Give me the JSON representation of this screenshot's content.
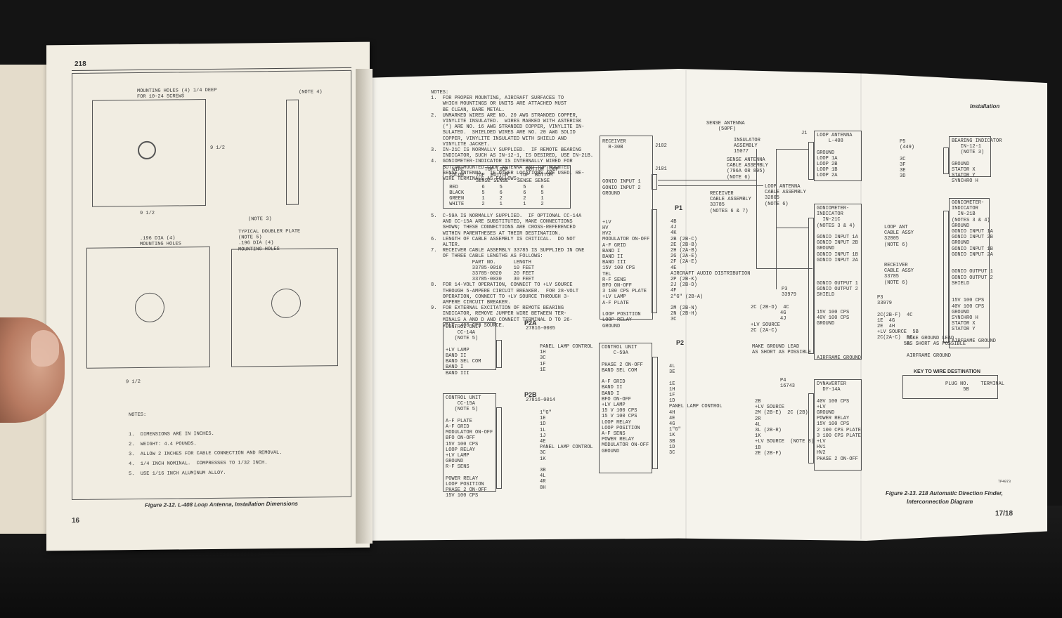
{
  "left": {
    "header": "218",
    "mount_holes": "MOUNTING HOLES (4) 1/4 DEEP\nFOR 10-24 SCREWS",
    "dim_width": "9 1/2",
    "dim_height": "9 1/2",
    "note4": "(NOTE 4)",
    "note3": "(NOTE 3)",
    "holes196": ".196 DIA (4)\nMOUNTING HOLES",
    "dim_bottom": "9 1/2",
    "doubler": "TYPICAL DOUBLER PLATE\n(NOTE 5)\n.196 DIA (4)\nMOUNTING HOLES",
    "notes": "NOTES:\n\n1.  DIMENSIONS ARE IN INCHES.\n2.  WEIGHT: 4.4 POUNDS.\n3.  ALLOW 2 INCHES FOR CABLE CONNECTION AND REMOVAL.\n4.  1/4 INCH NOMINAL.  COMPRESSES TO 1/32 INCH.\n5.  USE 1/16 INCH ALUMINUM ALLOY.",
    "caption": "Figure 2-12.  L-408 Loop Antenna, Installation Dimensions",
    "page_number": "16"
  },
  "right": {
    "notes": "NOTES:\n1.  FOR PROPER MOUNTING, AIRCRAFT SURFACES TO\n    WHICH MOUNTINGS OR UNITS ARE ATTACHED MUST\n    BE CLEAN, BARE METAL.\n2.  UNMARKED WIRES ARE NO. 20 AWG STRANDED COPPER,\n    VINYLITE INSULATED.  WIRES MARKED WITH ASTERISK\n    (*) ARE NO. 16 AWG STRANDED COPPER, VINYLITE IN-\n    SULATED.  SHIELDED WIRES ARE NO. 20 AWG SOLID\n    COPPER, VINYLITE INSULATED WITH SHIELD AND\n    VINYLITE JACKET.\n3.  IN-21C IS NORMALLY SUPPLIED.  IF REMOTE BEARING\n    INDICATOR, SUCH AS IN-12-1, IS DESIRED, USE IN-21B.\n4.  GONIOMETER-INDICATOR IS INTERNALLY WIRED FOR\n    BOTTOM-MOUNTED LOOP ANTENNA AND TOP-MOUNTED\n    SENSE ANTENNA.  IF OTHER LOCATIONS ARE USED, RE-\n    WIRE TERMINALS AS FOLLOWS:",
    "wire_table": "  WIRE       TOP LOOP      BOTTOM LOOP\n COLOR    TOP  BOTTOM    TOP  BOTTOM\n          SENSE SENSE   SENSE SENSE\n RED        6     5       5     6\n BLACK      5     6       6     5\n GREEN      1     2       2     1\n WHITE      2     1       1     2",
    "notes2": "5.  C-59A IS NORMALLY SUPPLIED.  IF OPTIONAL CC-14A\n    AND CC-15A ARE SUBSTITUTED, MAKE CONNECTIONS\n    SHOWN; THESE CONNECTIONS ARE CROSS-REFERENCED\n    WITHIN PARENTHESES AT THEIR DESTINATION.\n6.  LENGTH OF CABLE ASSEMBLY IS CRITICAL.  DO NOT\n    ALTER.\n7.  RECEIVER CABLE ASSEMBLY 33785 IS SUPPLIED IN ONE\n    OF THREE CABLE LENGTHS AS FOLLOWS:\n              PART NO.      LENGTH\n              33785-0010    10 FEET\n              33785-0020    20 FEET\n              33785-0030    30 FEET\n8.  FOR 14-VOLT OPERATION, CONNECT TO +LV SOURCE\n    THROUGH 5-AMPERE CIRCUIT BREAKER.  FOR 28-VOLT\n    OPERATION, CONNECT TO +LV SOURCE THROUGH 3-\n    AMPERE CIRCUIT BREAKER.\n9.  FOR EXTERNAL EXCITATION OF REMOTE BEARING\n    INDICATOR, REMOVE JUMPER WIRE BETWEEN TER-\n    MINALS A AND D AND CONNECT TERMINAL D TO 26-\n    VOLT, 400-CPS SOURCE.",
    "cu_cc14a": "CONTROL UNIT\n    CC-14A\n   (NOTE 5)\n\n+LV LAMP\nBAND II\nBAND SEL COM\nBAND I\nBAND III",
    "p2a": "P2A",
    "p2a_part": "27816-0005",
    "p2a_dest": "PANEL LAMP CONTROL\n1H\n3C\n1F\n1E",
    "cu_cc15a": "CONTROL UNIT\n    CC-15A\n   (NOTE 5)\n\nA-F PLATE\nA-F GRID\nMODULATOR ON-OFF\nBFO ON-OFF\n15V 100 CPS\nLOOP RELAY\n+LV LAMP\nGROUND\nR-F SENS\n\nPOWER RELAY\nLOOP POSITION\nPHASE 2 ON-OFF\n15V 100 CPS",
    "p2b": "P2B",
    "p2b_part": "27816-0014",
    "p2b_dest": "1\"G\"\n1E\n1D\n1L\n1J\n4E\nPANEL LAMP CONTROL\n3C\n1K\n\n3B\n4L\n4R\n8H",
    "receiver": "RECEIVER\n  R-30B\n\n\n\n\n\nGONIO INPUT 1\nGONIO INPUT 2\nGROUND\n\n\n\n\n+LV\nHV\nHV2\nMODULATOR ON-OFF\nA-F GRID\nBAND I\nBAND II\nBAND III\n15V 100 CPS\nTEL\nR-F SENS\nBFO ON-OFF\n3 100 CPS PLATE\n+LV LAMP\nA-F PLATE\n\nLOOP POSITION\nLOOP RELAY\nGROUND",
    "j102": "J102\n\n\n\nJ101",
    "p1": "P1",
    "j103_dest": "4B\n4J\n4K\n2B (2B-C)\n2E (2B-B)\n2H (2A-B)\n2G (2A-E)\n2F (2A-E)\n4E\nAIRCRAFT AUDIO DISTRIBUTION\n2P (2B-K)\n2J (2B-D)\n4F\n2\"G\" (2B-A)\n\n2M (2B-N)\n2N (2B-H)\n3C",
    "cu_c59a": "CONTROL UNIT\n    C-59A\n\nPHASE 2 ON-OFF\nBAND SEL COM\n\nA-F GRID\nBAND II\nBAND I\nBFO ON-OFF\n+LV LAMP\n15 V 100 CPS\n15 V 100 CPS\nLOOP RELAY\nLOOP POSITION\nA-F SENS\nPOWER RELAY\nMODULATOR ON-OFF\nGROUND",
    "p2": "P2",
    "p2_dest": "4L\n3E\n\n1E\n1H\n1F\n1D\nPANEL LAMP CONTROL\n4H\n4E\n4G\n1\"G\"\n1K\n3B\n1D\n3C",
    "sense_antenna": "SENSE ANTENNA\n    (50PF)",
    "insulator": "INSULATOR\nASSEMBLY\n15077",
    "sense_cable": "SENSE ANTENNA\nCABLE ASSEMBLY\n(796A OR 895)\n(NOTE 6)",
    "receiver_cable": "RECEIVER\nCABLE ASSEMBLY\n33785\n(NOTES 6 & 7)",
    "loop_cable": "LOOP ANTENNA\nCABLE ASSEMBLY\n32805\n(NOTE 6)",
    "loop_antenna": "LOOP ANTENNA\n    L-408\n\nGROUND\nLOOP 1A\nLOOP 2B\nLOOP 1B\nLOOP 2A",
    "j1": "J1",
    "gonio": "GONIOMETER-\nINDICATOR\n  IN-21C\n(NOTES 3 & 4)\n\nGONIO INPUT 1A\nGONIO INPUT 2B\nGROUND\nGONIO INPUT 1B\nGONIO INPUT 2A\n\n\n\nGONIO OUTPUT 1\nGONIO OUTPUT 2\nSHIELD\n\n\n15V 100 CPS\n40V 100 CPS\nGROUND\n\n\n\n\n\nAIRFRAME GROUND",
    "p3": "P3\n33979",
    "gonio_pins": "2C (2B-D)  4C\n          4G\n          4J\n+LV SOURCE\n2C (2A-C)",
    "ground_note": "MAKE GROUND LEAD\nAS SHORT AS POSSIBLE",
    "dynaverter": "DYNAVERTER\n  DY-14A\n\n40V 100 CPS\n+LV\nGROUND\nPOWER RELAY\n15V 100 CPS\n2 100 CPS PLATE\n3 100 CPS PLATE\n+LV\nHV1\nHV2\nPHASE 2 ON-OFF",
    "p4": "P4\n16743",
    "dyn_pins": "2B\n+LV SOURCE\n2M (2B-E)  2C (2B)\n2R\n4L\n3L (2B-R)\n1K\n+LV SOURCE  (NOTE 8)\n1B\n2E (2B-F)",
    "installation": "Installation",
    "p5": "P5\n(449)\n\n3C\n3F\n3E\n3D",
    "bearing": "BEARING INDICATOR\n   IN-12-1\n   (NOTE 3)\n\nGROUND\nSTATOR X\nSTATOR Y\nSYNCHRO H",
    "gonio_b": "GONIOMETER-\nINDICATOR\n  IN-21B\n(NOTES 3 & 4)\nGROUND\nGONIO INPUT 1A\nGONIO INPUT 2B\nGROUND\nGONIO INPUT 1B\nGONIO INPUT 2A\n\n\nGONIO OUTPUT 1\nGONIO OUTPUT 2\nSHIELD\n\n\n15V 100 CPS\n40V 100 CPS\nGROUND\nSYNCHRO H\nSTATOR X\nSTATOR Y\n\nAIRFRAME GROUND",
    "loop_cable_b": "LOOP ANT\nCABLE ASSY\n32805\n(NOTE 6)",
    "receiver_cable_b": "RECEIVER\nCABLE ASSY\n33785\n(NOTE 6)",
    "p3b": "P3\n33979\n\n2C(2B-F)  4C\n1E  4G\n2E  4H\n+LV SOURCE  5B\n2C(2A-C)  5C\n         5B",
    "ground_note_b": "MAKE GROUND LEAD\nAS SHORT AS POSSIBLE\n\nAIRFRAME GROUND",
    "key_title": "KEY TO WIRE DESTINATION",
    "key_text": "PLUG NO.    TERMINAL\n      5B",
    "dwg_no": "TP4073",
    "caption": "Figure 2-13.  218 Automatic Direction Finder,",
    "caption2": "Interconnection Diagram",
    "page_number": "17/18"
  }
}
